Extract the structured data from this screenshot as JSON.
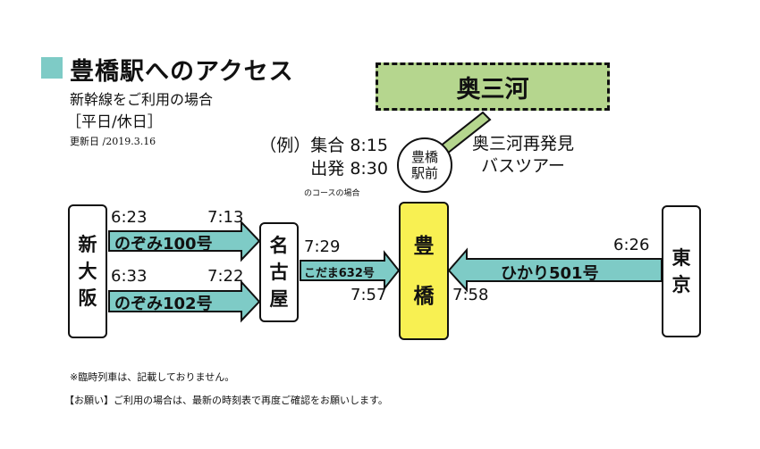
{
  "header": {
    "title": "豊橋駅へのアクセス",
    "subtitle": "新幹線をご利用の場合",
    "days": "［平日/休日］",
    "updated": "更新日 /2019.3.16"
  },
  "example": {
    "line1": "（例）集合 8:15",
    "line2": "出発 8:30",
    "small": "のコースの場合"
  },
  "destination": {
    "label": "奥三河"
  },
  "bus_stop": {
    "line1": "豊橋",
    "line2": "駅前"
  },
  "tour": {
    "line1": "奥三河再発見",
    "line2": "バスツアー"
  },
  "stations": {
    "shin_osaka": [
      "新",
      "大",
      "阪"
    ],
    "nagoya": [
      "名",
      "古",
      "屋"
    ],
    "toyohashi": [
      "豊",
      "橋"
    ],
    "tokyo": [
      "東",
      "京"
    ]
  },
  "trains": {
    "nozomi100": {
      "name": "のぞみ100号",
      "dep": "6:23",
      "arr": "7:13"
    },
    "nozomi102": {
      "name": "のぞみ102号",
      "dep": "6:33",
      "arr": "7:22"
    },
    "kodama632": {
      "name": "こだま632号",
      "dep": "7:29",
      "arr": "7:57"
    },
    "hikari501": {
      "name": "ひかり501号",
      "dep": "6:26",
      "arr": "7:58"
    }
  },
  "notes": {
    "note1": "※臨時列車は、記載しておりません。",
    "note2": "【お願い】ご利用の場合は、最新の時刻表で再度ご確認をお願いします。"
  },
  "colors": {
    "teal": "#7ecbc6",
    "green": "#b5d68e",
    "yellow": "#f8f052"
  }
}
